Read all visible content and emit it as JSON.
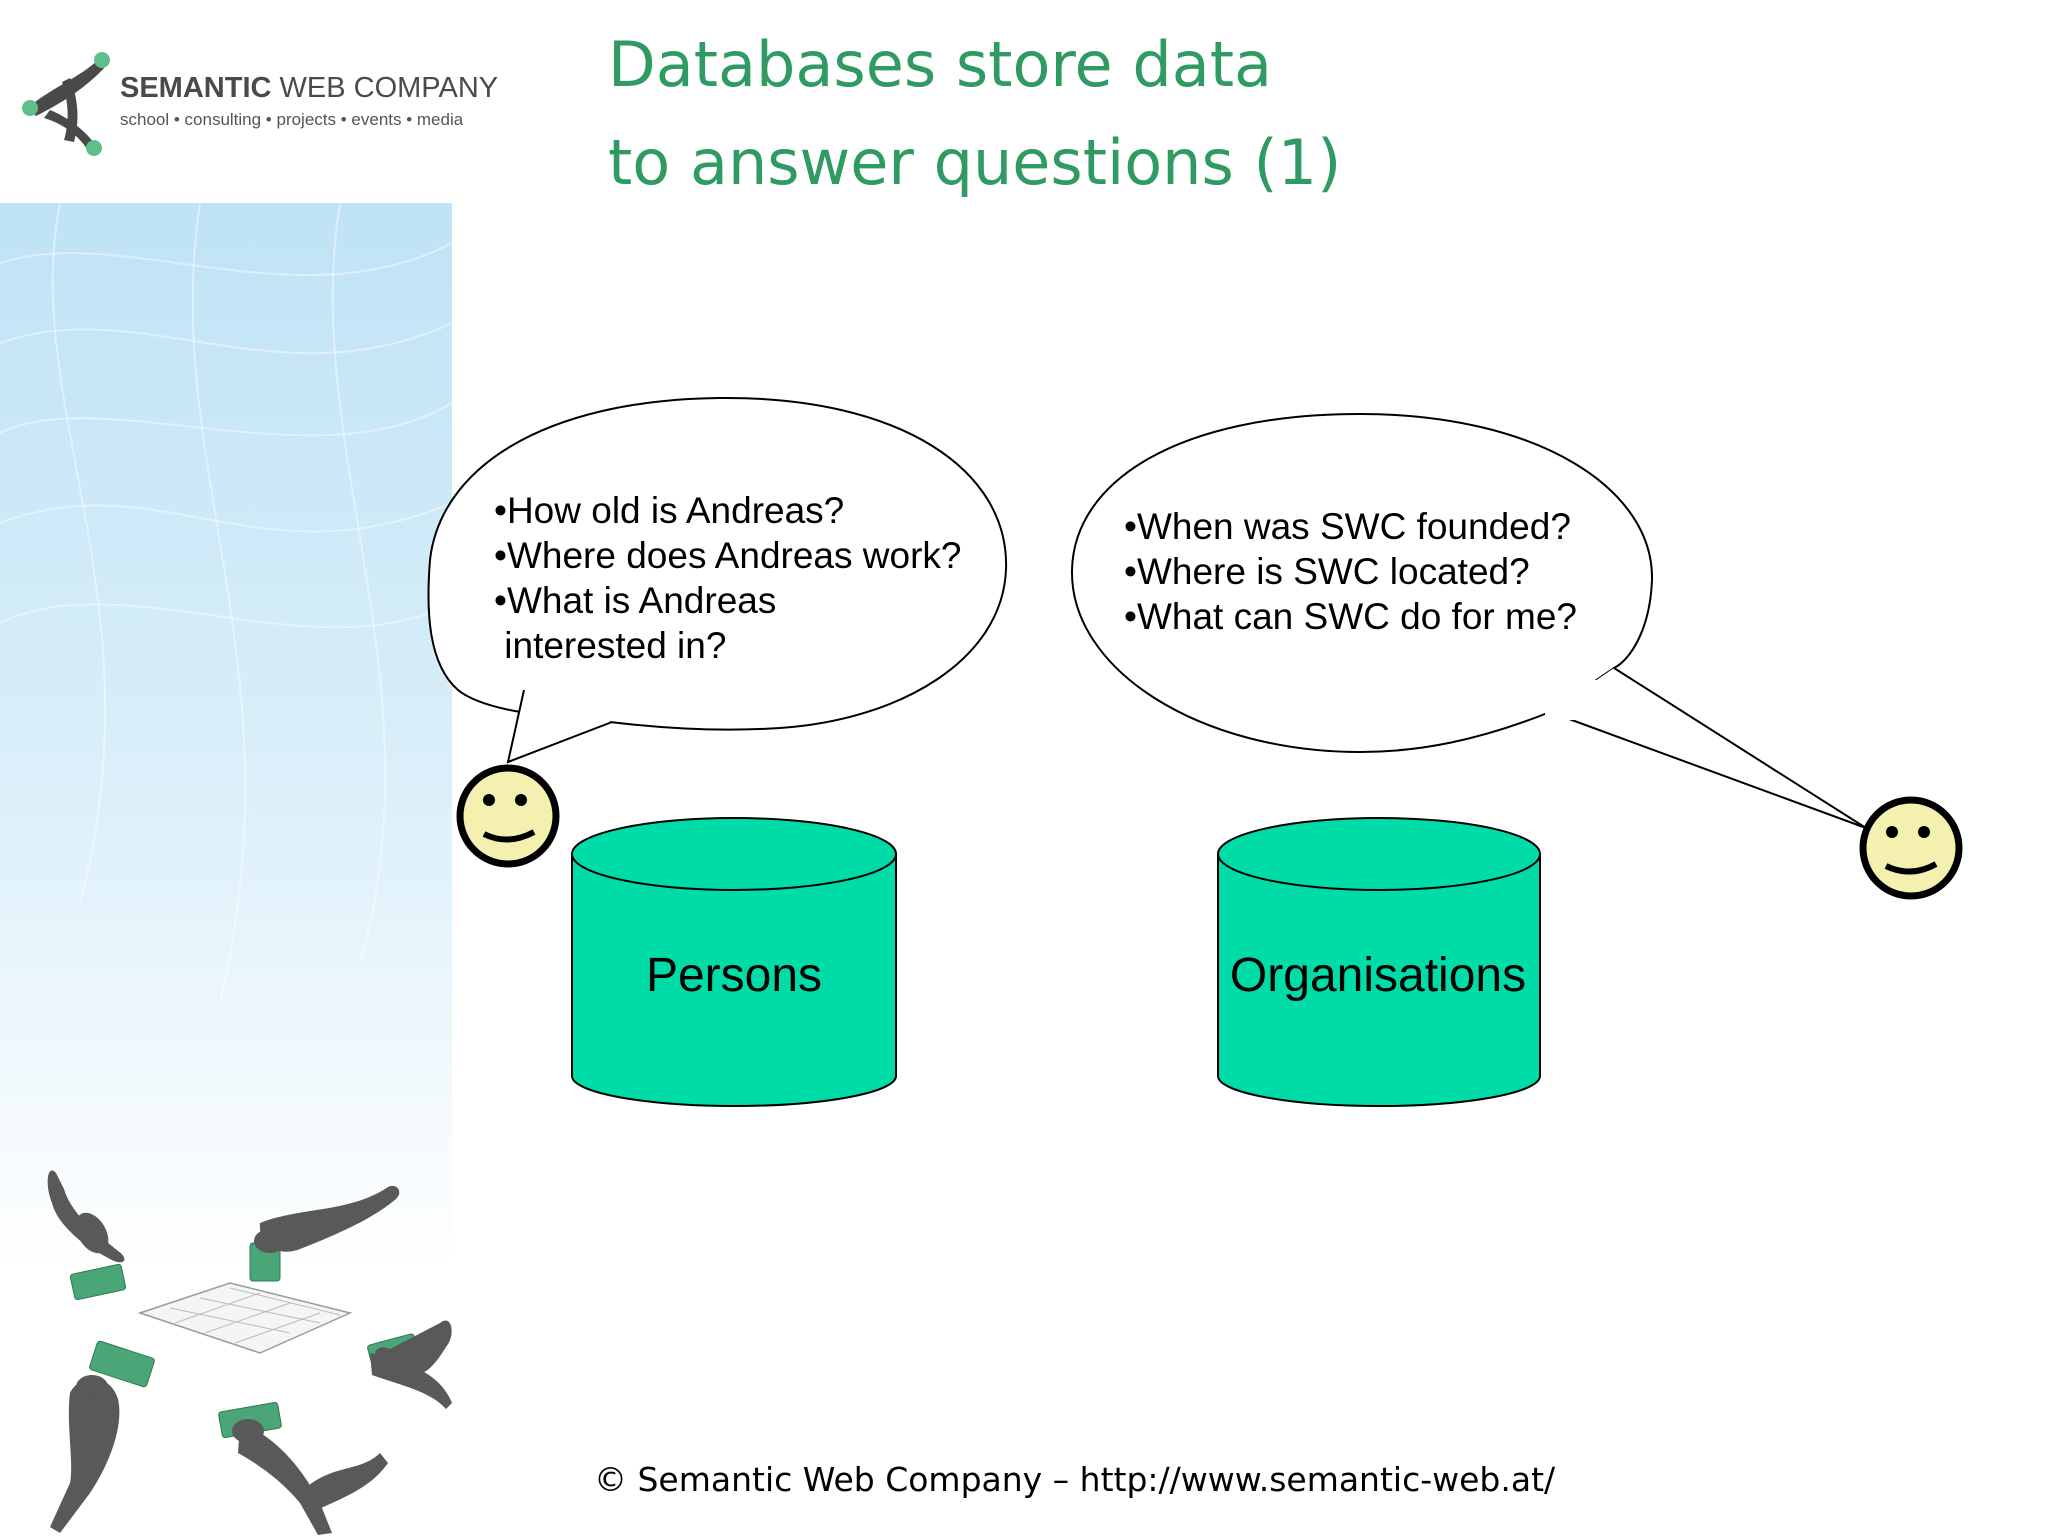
{
  "logo": {
    "name_bold": "SEMANTIC",
    "name_rest": " WEB COMPANY",
    "tagline": "school • consulting • projects • events • media"
  },
  "title": {
    "line1": "Databases store data",
    "line2": "to answer questions (1)"
  },
  "bubble_left": {
    "lines": [
      "•How old is Andreas?",
      "•Where does Andreas work?",
      "•What is Andreas",
      " interested in?"
    ]
  },
  "bubble_right": {
    "lines": [
      "•When was SWC founded?",
      "•Where is SWC located?",
      "•What can SWC do for me?"
    ]
  },
  "databases": {
    "persons": "Persons",
    "organisations": "Organisations"
  },
  "footer": "© Semantic Web Company – http://www.semantic-web.at/",
  "colors": {
    "title": "#2f9a62",
    "database_fill": "#00dca8",
    "smiley_fill": "#f4f0b0",
    "panel": "#cfe9f7"
  },
  "icons": {
    "smiley": "smiley-face-icon",
    "puzzle_people": "skydivers-puzzle-illustration"
  }
}
